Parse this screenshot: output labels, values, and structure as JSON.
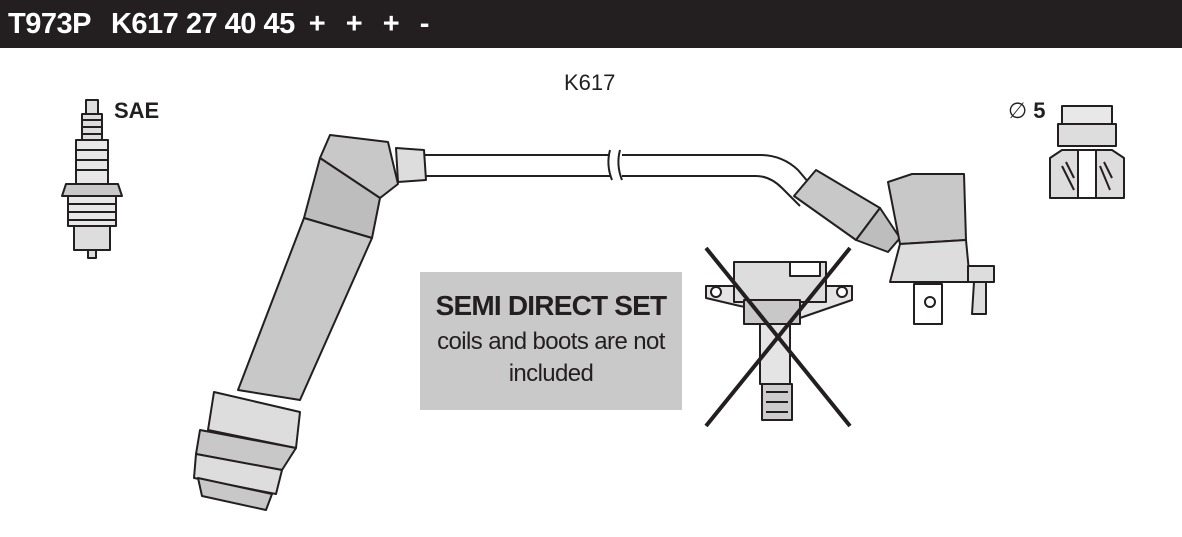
{
  "header": {
    "product_code": "T973P",
    "part_numbers": "K617 27 40 45",
    "signs": "+ + +  -"
  },
  "diagram": {
    "set_label": "K617",
    "spark_plug_standard": "SAE",
    "diameter_symbol": "∅",
    "diameter_value": "5",
    "note_title": "SEMI DIRECT SET",
    "note_text": "coils and boots are not included"
  },
  "colors": {
    "header_bg": "#231f20",
    "part_fill": "#c8c8c8",
    "note_bg": "#c9c9c9",
    "line": "#231f20"
  }
}
